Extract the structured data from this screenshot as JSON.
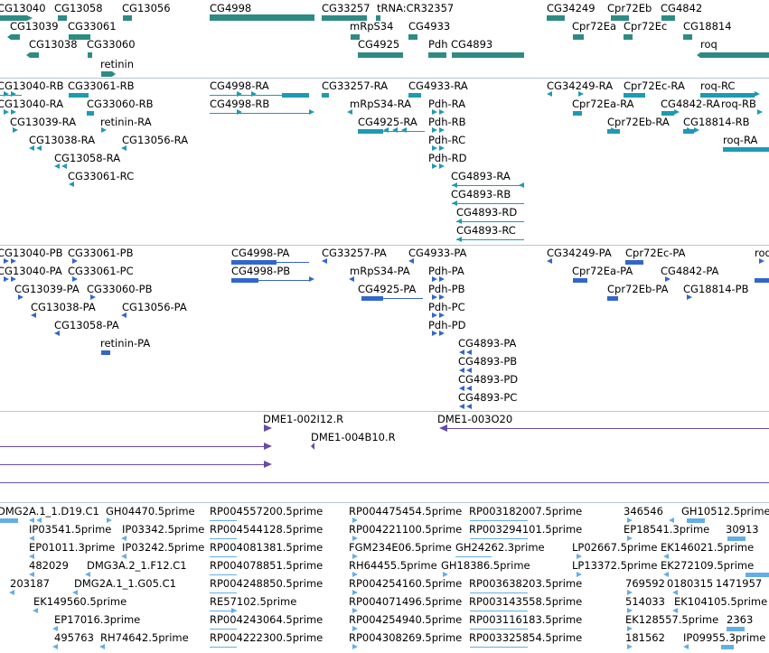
{
  "colors": {
    "gene": "#2e8b84",
    "transcript": "#1e9ab2",
    "polypeptide": "#3266cc",
    "clone": "#6b4aa6",
    "est": "#64aee4",
    "separator": "#b8c4d4"
  },
  "genes_track": [
    "CG13040",
    "CG13058",
    "CG13056",
    "CG4998",
    "CG33257",
    "tRNA:CR32357",
    "CG34249",
    "Cpr72Eb",
    "CG4842",
    "CG13039",
    "CG33061",
    "mRpS34",
    "CG4933",
    "Cpr72Ea",
    "Cpr72Ec",
    "CG18814",
    "CG13038",
    "CG33060",
    "CG4925",
    "Pdh",
    "CG4893",
    "roq",
    "retinin"
  ],
  "transcripts_track": [
    "CG13040-RB",
    "CG33061-RB",
    "CG4998-RA",
    "CG33257-RA",
    "CG4933-RA",
    "CG34249-RA",
    "Cpr72Ec-RA",
    "roq-RC",
    "CG13040-RA",
    "CG33060-RB",
    "CG4998-RB",
    "mRpS34-RA",
    "Pdh-RA",
    "Cpr72Ea-RA",
    "CG4842-RA",
    "roq-RB",
    "CG13039-RA",
    "retinin-RA",
    "CG4925-RA",
    "Pdh-RB",
    "Cpr72Eb-RA",
    "CG18814-RB",
    "CG13038-RA",
    "CG13056-RA",
    "Pdh-RC",
    "roq-RA",
    "CG13058-RA",
    "Pdh-RD",
    "CG33061-RC",
    "CG4893-RA",
    "CG4893-RB",
    "CG4893-RD",
    "CG4893-RC"
  ],
  "polypeptides_track": [
    "CG13040-PB",
    "CG33061-PB",
    "CG4998-PA",
    "CG33257-PA",
    "CG4933-PA",
    "CG34249-PA",
    "Cpr72Ec-PA",
    "roq",
    "CG13040-PA",
    "CG33061-PC",
    "CG4998-PB",
    "mRpS34-PA",
    "Pdh-PA",
    "Cpr72Ea-PA",
    "CG4842-PA",
    "CG13039-PA",
    "CG33060-PB",
    "CG4925-PA",
    "Pdh-PB",
    "Cpr72Eb-PA",
    "CG18814-PB",
    "CG13038-PA",
    "CG13056-PA",
    "Pdh-PC",
    "CG13058-PA",
    "Pdh-PD",
    "retinin-PA",
    "CG4893-PA",
    "CG4893-PB",
    "CG4893-PD",
    "CG4893-PC"
  ],
  "clones_track": [
    "DME1-002I12.R",
    "DME1-003O20",
    "DME1-004B10.R"
  ],
  "est_track": [
    "DMG2A.1_1.D19.C1",
    "GH04470.5prime",
    "RP004557200.5prime",
    "RP004475454.5prime",
    "RP003182007.5prime",
    "346546",
    "GH10512.5prime",
    "IP03541.5prime",
    "IP03342.5prime",
    "RP004544128.5prime",
    "RP004221100.5prime",
    "RP003294101.5prime",
    "EP18541.3prime",
    "30913",
    "EP01011.3prime",
    "IP03242.5prime",
    "RP004081381.5prime",
    "FGM234E06.5prime",
    "GH24262.3prime",
    "LP02667.5prime",
    "EK146021.5prime",
    "482029",
    "DMG3A.2_1.F12.C1",
    "RP004078851.5prime",
    "RH64455.5prime",
    "GH18386.5prime",
    "LP13372.5prime",
    "EK272109.5prime",
    "203187",
    "DMG2A.1_1.G05.C1",
    "RP004248850.5prime",
    "RP004254160.5prime",
    "RP003638203.5prime",
    "769592",
    "0180315",
    "1471957",
    "EK149560.5prime",
    "RE57102.5prime",
    "RP004071496.5prime",
    "RP003143558.5prime",
    "514033",
    "EK104105.5prime",
    "EP17016.3prime",
    "RP004243064.5prime",
    "RP004254940.5prime",
    "RP003116183.5prime",
    "EK128557.5prime",
    "2363",
    "495763",
    "RH74642.5prime",
    "RP004222300.5prime",
    "RP004308269.5prime",
    "RP003325854.5prime",
    "181562",
    "IP09955.3prime"
  ]
}
